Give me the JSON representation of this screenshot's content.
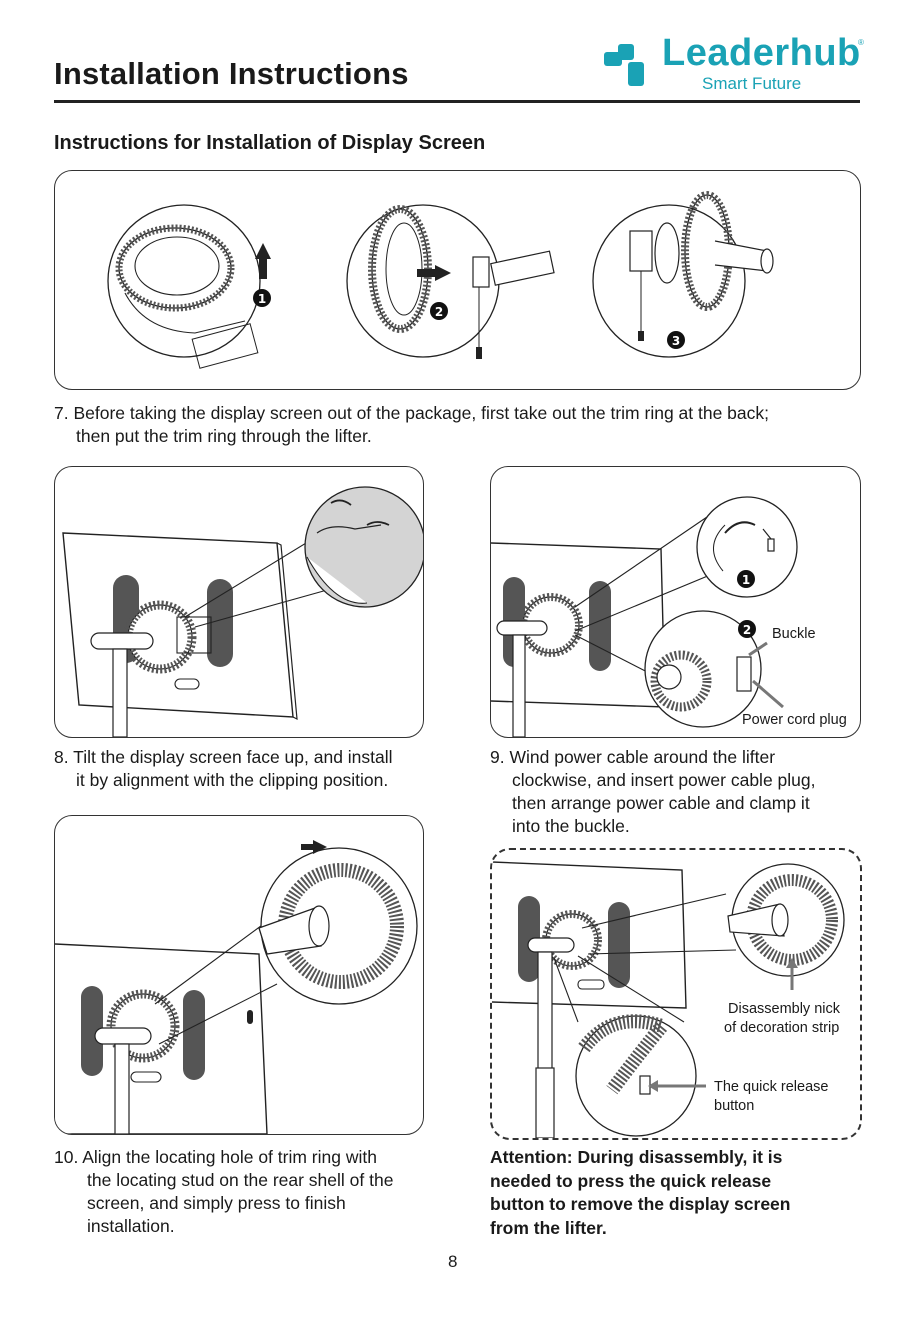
{
  "header": {
    "title": "Installation Instructions",
    "brand": "Leaderhub",
    "registered": "®",
    "tagline": "Smart Future"
  },
  "section_title": "Instructions for Installation of Display Screen",
  "steps": {
    "s7": {
      "number": "7.",
      "line1": "Before taking the display screen out of the package, first take out the trim ring at the back;",
      "line2": "then put the trim ring through the lifter."
    },
    "s8": {
      "number": "8.",
      "line1": "Tilt the display screen face up, and install",
      "line2": "it by alignment with the clipping position."
    },
    "s9": {
      "number": "9.",
      "line1": "Wind power cable around the lifter",
      "line2": "clockwise, and insert power cable plug,",
      "line3": "then arrange power cable and clamp it",
      "line4": "into the buckle."
    },
    "s10": {
      "number": "10.",
      "line1": "Align the locating hole of trim ring with",
      "line2": "the locating stud on the rear shell of the",
      "line3": "screen, and simply press to finish",
      "line4": "installation."
    }
  },
  "callouts": {
    "buckle": "Buckle",
    "power_cord_plug": "Power cord plug",
    "nick_line1": "Disassembly nick",
    "nick_line2": "of decoration strip",
    "release_line1": "The quick release",
    "release_line2": "button"
  },
  "badges": {
    "b1": "1",
    "b2": "2",
    "b3": "3"
  },
  "attention": {
    "line1": "Attention: During disassembly, it is",
    "line2": "needed to press the quick release",
    "line3": "button to remove the display screen",
    "line4": "from the lifter."
  },
  "page_number": "8",
  "colors": {
    "brand": "#1aa2b5",
    "line": "#222222",
    "gray_fill": "#d4d4d4"
  }
}
